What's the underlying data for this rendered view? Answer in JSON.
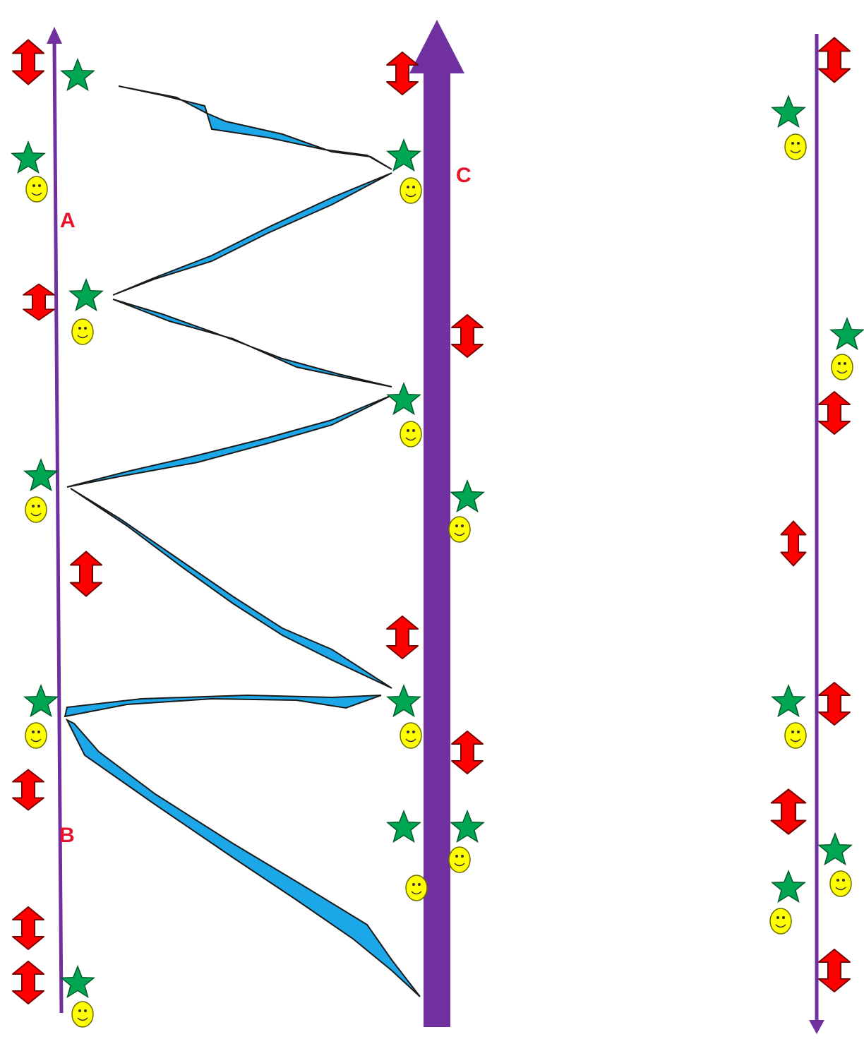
{
  "labels": {
    "a": "A",
    "b": "B",
    "c": "C"
  },
  "colors": {
    "axis": "#7030a0",
    "arrow": "#ff0000",
    "arrow_outline": "#7a0000",
    "star": "#00a651",
    "star_outline": "#005a2b",
    "smiley": "#ffff00",
    "smiley_outline": "#6b6b00",
    "ribbon": "#1ca8e8",
    "ribbon_edge": "#1a1a1a",
    "label": "#e8112d"
  },
  "icons": {
    "star": "star-icon",
    "smiley": "smiley-icon",
    "double_arrow": "double-headed-arrow-icon"
  }
}
